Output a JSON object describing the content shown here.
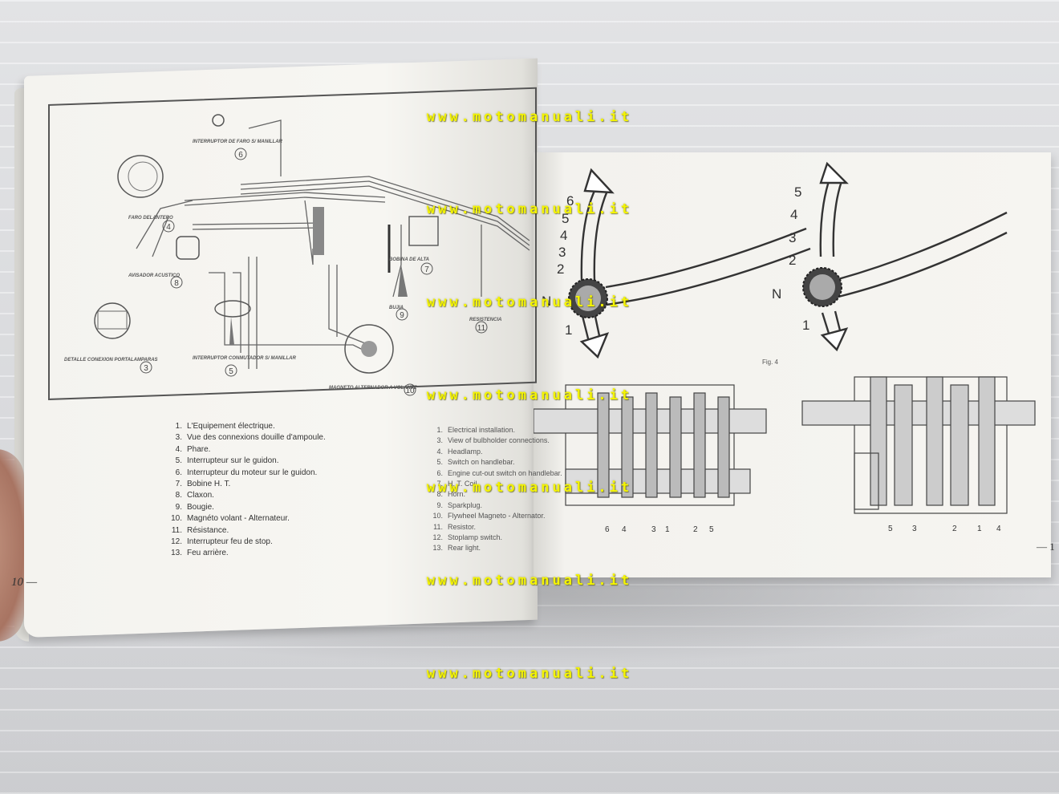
{
  "watermark": "www.motomanuali.it",
  "left_page": {
    "page_number": "10 —",
    "legend_fr": [
      {
        "n": "1.",
        "t": "L'Equipement électrique."
      },
      {
        "n": "3.",
        "t": "Vue des connexions douille d'ampoule."
      },
      {
        "n": "4.",
        "t": "Phare."
      },
      {
        "n": "5.",
        "t": "Interrupteur sur le guidon."
      },
      {
        "n": "6.",
        "t": "Interrupteur du moteur sur le guidon."
      },
      {
        "n": "7.",
        "t": "Bobine H. T."
      },
      {
        "n": "8.",
        "t": "Claxon."
      },
      {
        "n": "9.",
        "t": "Bougie."
      },
      {
        "n": "10.",
        "t": "Magnéto volant - Alternateur."
      },
      {
        "n": "11.",
        "t": "Résistance."
      },
      {
        "n": "12.",
        "t": "Interrupteur feu de stop."
      },
      {
        "n": "13.",
        "t": "Feu arrière."
      }
    ],
    "legend_en": [
      {
        "n": "1.",
        "t": "Electrical installation."
      },
      {
        "n": "3.",
        "t": "View of bulbholder connections."
      },
      {
        "n": "4.",
        "t": "Headlamp."
      },
      {
        "n": "5.",
        "t": "Switch on handlebar."
      },
      {
        "n": "6.",
        "t": "Engine cut-out switch on handlebar."
      },
      {
        "n": "7.",
        "t": "H. T. Coil."
      },
      {
        "n": "8.",
        "t": "Horn."
      },
      {
        "n": "9.",
        "t": "Sparkplug."
      },
      {
        "n": "10.",
        "t": "Flywheel Magneto - Alternator."
      },
      {
        "n": "11.",
        "t": "Resistor."
      },
      {
        "n": "12.",
        "t": "Stoplamp switch."
      },
      {
        "n": "13.",
        "t": "Rear light."
      }
    ],
    "diagram_labels": {
      "interruptor_faro": "INTERRUPTOR DE FARO S/ MANILLAR",
      "faro": "FARO DELANTERO",
      "avisador": "AVISADOR ACUSTICO",
      "detalle": "DETALLE CONEXION PORTALAMPARAS",
      "conmutador": "INTERRUPTOR CONMUTADOR S/ MANILLAR",
      "bobina": "BOBINA DE ALTA",
      "bujia": "BUJIA",
      "magneto": "MAGNETO ALTERNADOR A VOLANTE",
      "resistencia": "RESISTENCIA",
      "circled": [
        "6",
        "4",
        "8",
        "3",
        "5",
        "7",
        "9",
        "10",
        "11"
      ]
    }
  },
  "right_page": {
    "page_number": "— 1",
    "fig_label": "Fig. 4",
    "left_diagram_gears": [
      "6",
      "5",
      "4",
      "3",
      "2",
      "N",
      "1"
    ],
    "right_diagram_gears": [
      "5",
      "4",
      "3",
      "2",
      "N",
      "1"
    ],
    "left_bottom_numbers": [
      "6",
      "4",
      "3",
      "1",
      "2",
      "5"
    ],
    "right_bottom_numbers": [
      "5",
      "3",
      "2",
      "1",
      "4"
    ]
  }
}
